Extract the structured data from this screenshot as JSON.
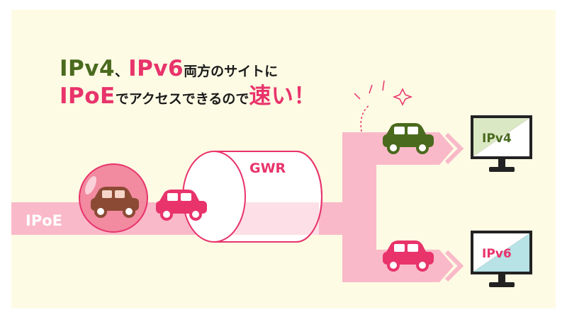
{
  "headline": {
    "line1": {
      "tag_a": "IPv4",
      "separator": "、",
      "tag_b": "IPv6",
      "tail": "両方のサイトに"
    },
    "line2": {
      "tag": "IPoE",
      "middle": "でアクセスできるので",
      "emphasis": "速い！"
    }
  },
  "labels": {
    "pipe": "IPoE",
    "tunnel": "GWR",
    "monitor_v4": "IPv4",
    "monitor_v6": "IPv6"
  },
  "colors": {
    "background": "#fdfbe4",
    "pipe_pink": "#f9b9c8",
    "pipe_light": "#fde0e7",
    "accent_pink": "#e8336b",
    "green_car": "#4a6a1e",
    "brown_car": "#8b4a34",
    "bubble": "#f28aa0",
    "monitor_v4_screen": "#dbe8c4",
    "monitor_v6_screen": "#b7e2e6"
  },
  "icons": [
    "car-icon",
    "monitor-icon",
    "bubble-icon",
    "sparkle-icon",
    "chevron-arrow-icon"
  ]
}
